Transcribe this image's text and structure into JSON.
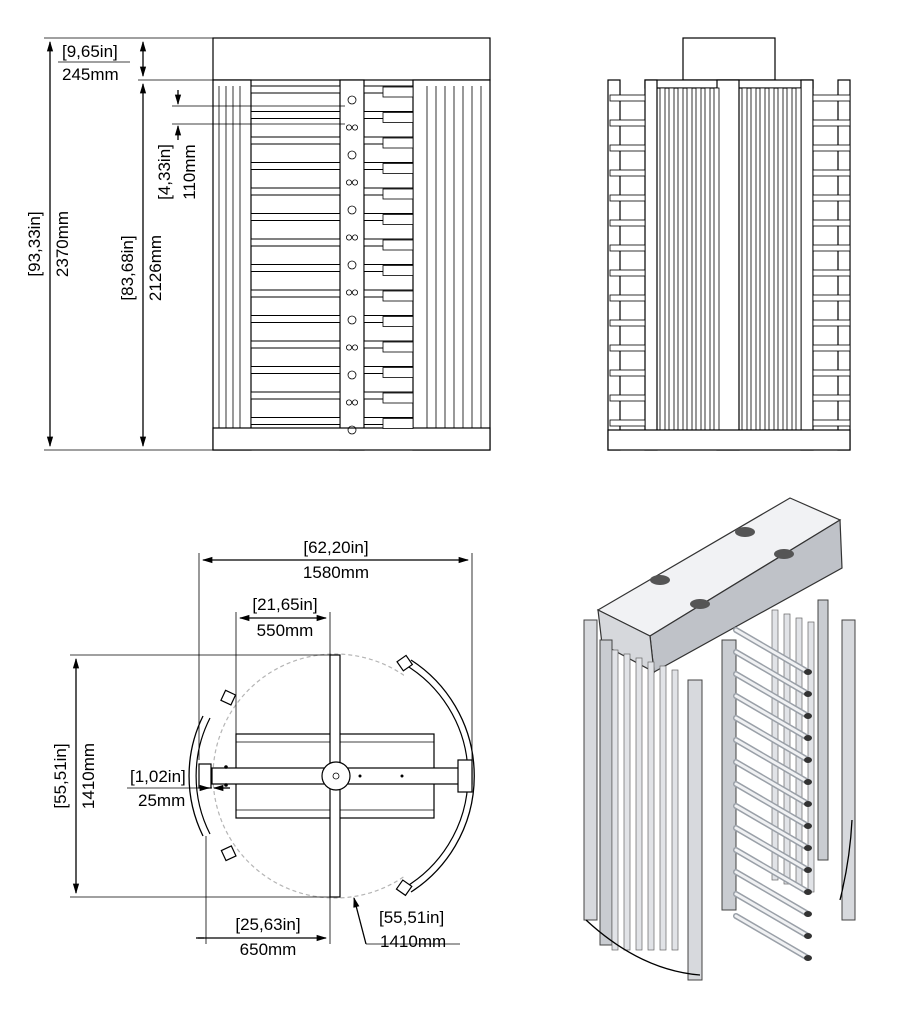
{
  "colors": {
    "line": "#000000",
    "background": "#ffffff",
    "metal_light": "#e4e6ea",
    "metal_mid": "#c5c8ce",
    "metal_dark": "#8e929a"
  },
  "front_view": {
    "dim_head": {
      "in": "[9,65in]",
      "mm": "245mm"
    },
    "dim_overall": {
      "in": "[93,33in]",
      "mm": "2370mm"
    },
    "dim_body": {
      "in": "[83,68in]",
      "mm": "2126mm"
    },
    "dim_spacing": {
      "in": "[4,33in]",
      "mm": "110mm"
    }
  },
  "top_view": {
    "dim_width": {
      "in": "[62,20in]",
      "mm": "1580mm"
    },
    "dim_arm": {
      "in": "[21,65in]",
      "mm": "550mm"
    },
    "dim_depth": {
      "in": "[55,51in]",
      "mm": "1410mm"
    },
    "dim_gap": {
      "in": "[1,02in]",
      "mm": "25mm"
    },
    "dim_offset": {
      "in": "[25,63in]",
      "mm": "650mm"
    },
    "dim_radius": {
      "in": "[55,51in]",
      "mm": "1410mm"
    }
  },
  "side_view": {},
  "iso_view": {}
}
